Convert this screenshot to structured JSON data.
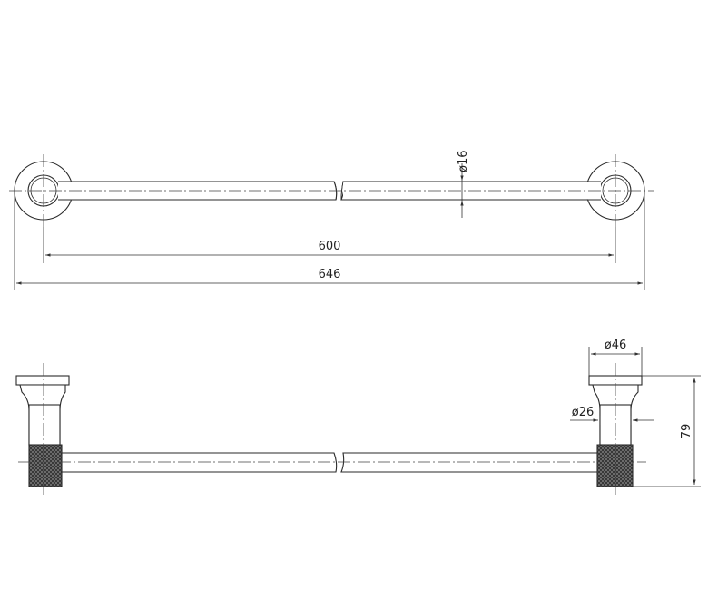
{
  "top_view": {
    "dim_length_inner": "600",
    "dim_length_overall": "646",
    "dim_tube_diameter": "ø16"
  },
  "side_view": {
    "dim_base_diameter": "ø46",
    "dim_neck_diameter": "ø26",
    "dim_projection": "79"
  }
}
